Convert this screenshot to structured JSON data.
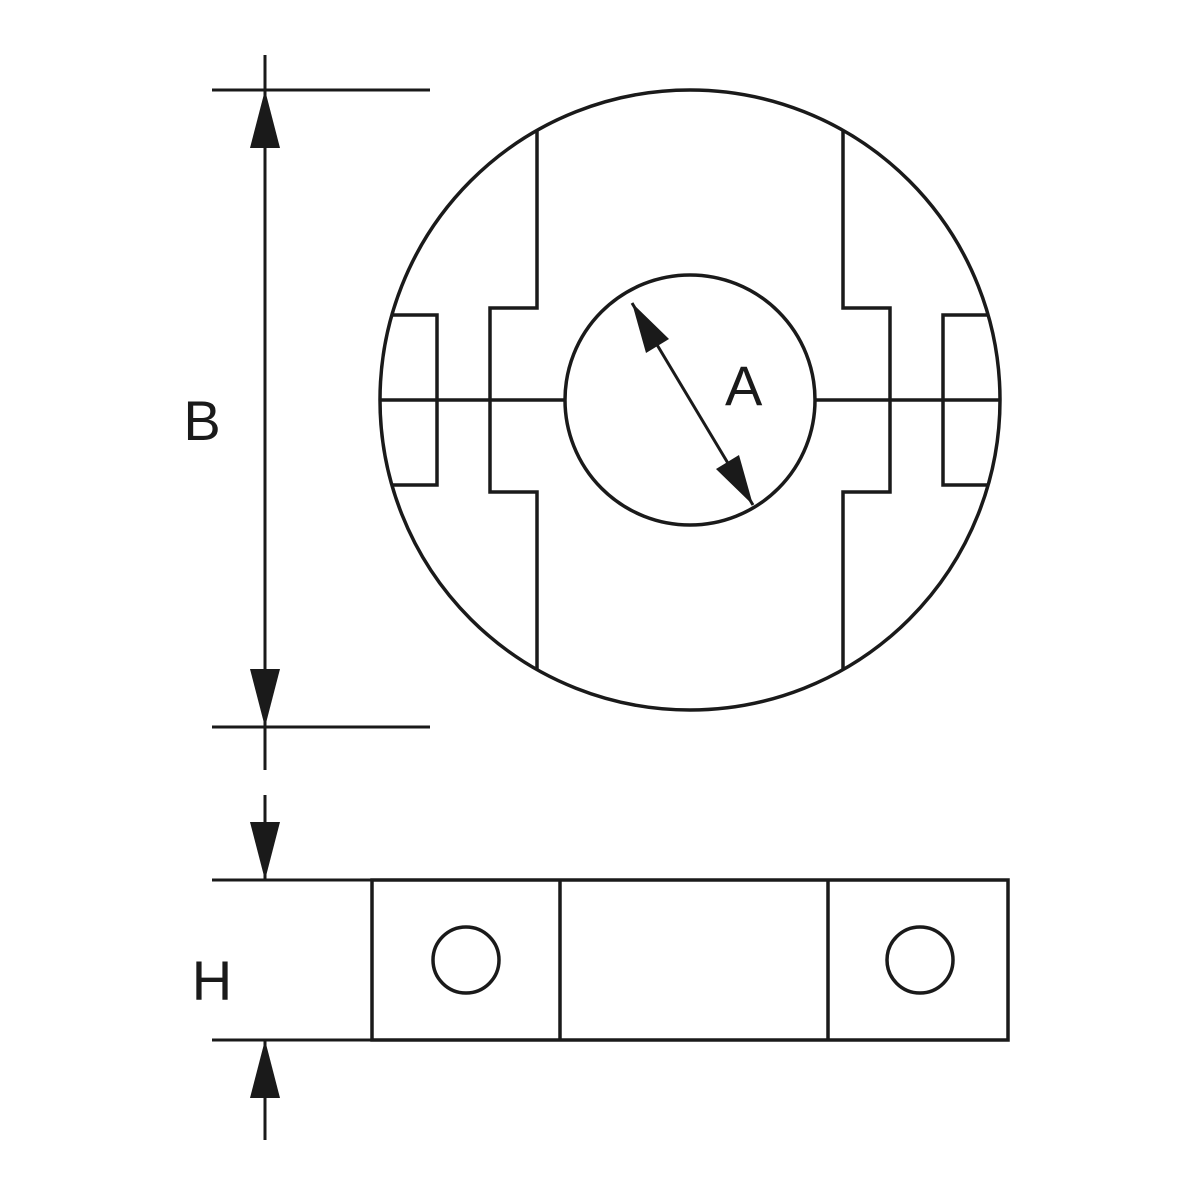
{
  "drawing": {
    "labels": {
      "bore_diameter": "A",
      "outer_diameter": "B",
      "height": "H"
    },
    "colors": {
      "line": "#1a1a1a",
      "background": "#ffffff"
    }
  }
}
